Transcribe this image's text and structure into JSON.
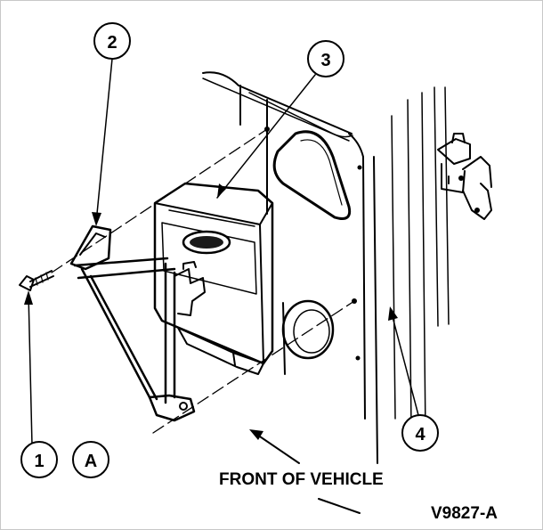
{
  "callouts": {
    "c1": "1",
    "cA": "A",
    "c2": "2",
    "c3": "3",
    "c4": "4"
  },
  "front_label": "FRONT OF VEHICLE",
  "figure_code": "V9827-A"
}
